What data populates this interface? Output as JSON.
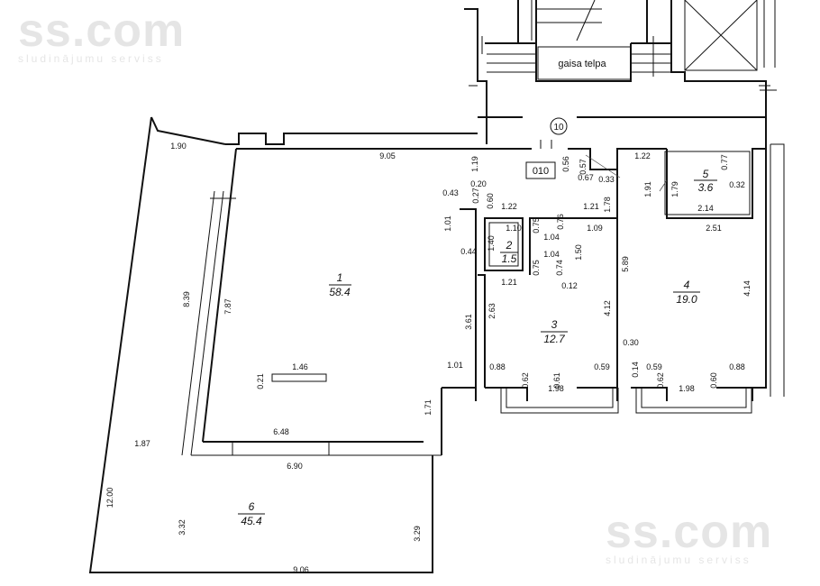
{
  "watermark": {
    "brand": "ss.com",
    "tagline": "sludinājumu serviss"
  },
  "stair_label": "gaisa telpa",
  "axis_marker": "10",
  "flat_code": "010",
  "rooms": [
    {
      "number": "1",
      "area": "58.4"
    },
    {
      "number": "2",
      "area": "1.5"
    },
    {
      "number": "3",
      "area": "12.7"
    },
    {
      "number": "4",
      "area": "19.0"
    },
    {
      "number": "5",
      "area": "3.6"
    },
    {
      "number": "6",
      "area": "45.4"
    }
  ],
  "dimensions": [
    "1.90",
    "9.05",
    "1.19",
    "0.56",
    "0.57",
    "1.22",
    "0.67",
    "0.33",
    "1.91",
    "1.79",
    "0.77",
    "0.32",
    "0.20",
    "0.43",
    "0.27",
    "0.60",
    "1.22",
    "0.75",
    "0.76",
    "1.21",
    "1.78",
    "2.14",
    "1.01",
    "1.10",
    "1.40",
    "1.04",
    "1.09",
    "2.51",
    "0.44",
    "1.04",
    "1.50",
    "8.39",
    "7.87",
    "0.75",
    "0.74",
    "5.89",
    "4.14",
    "1.21",
    "0.12",
    "2.63",
    "4.12",
    "3.61",
    "0.30",
    "1.46",
    "0.21",
    "1.01",
    "0.88",
    "0.59",
    "0.14",
    "0.59",
    "0.88",
    "0.62",
    "0.61",
    "0.62",
    "0.60",
    "1.98",
    "1.98",
    "1.71",
    "6.48",
    "1.87",
    "6.90",
    "12.00",
    "3.32",
    "3.29",
    "9.06"
  ]
}
